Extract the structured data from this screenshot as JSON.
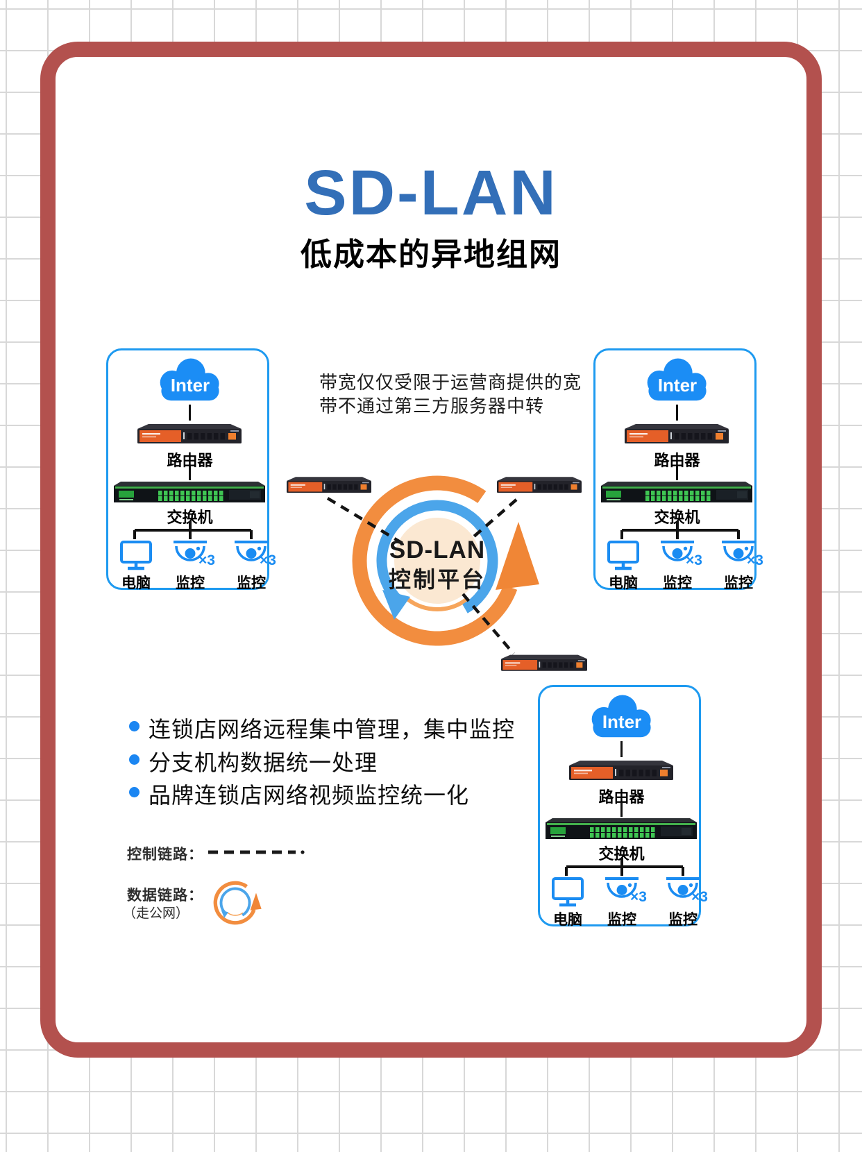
{
  "header": {
    "title": "SD-LAN",
    "subtitle": "低成本的异地组网"
  },
  "note": {
    "line1": "带宽仅仅受限于运营商提供的宽",
    "line2": "带不通过第三方服务器中转"
  },
  "platform": {
    "line1": "SD-LAN",
    "line2": "控制平台"
  },
  "sites": [
    {
      "cloud_label": "Inter",
      "router_label": "路由器",
      "switch_label": "交换机",
      "pc_label": "电脑",
      "cam1_label": "监控",
      "cam1_count": "×3",
      "cam2_label": "监控",
      "cam2_count": "×3"
    },
    {
      "cloud_label": "Inter",
      "router_label": "路由器",
      "switch_label": "交换机",
      "pc_label": "电脑",
      "cam1_label": "监控",
      "cam1_count": "×3",
      "cam2_label": "监控",
      "cam2_count": "×3"
    },
    {
      "cloud_label": "Inter",
      "router_label": "路由器",
      "switch_label": "交换机",
      "pc_label": "电脑",
      "cam1_label": "监控",
      "cam1_count": "×3",
      "cam2_label": "监控",
      "cam2_count": "×3"
    }
  ],
  "bullets": [
    "连锁店网络远程集中管理，集中监控",
    "分支机构数据统一处理",
    "品牌连锁店网络视频监控统一化"
  ],
  "legend": {
    "control_label": "控制链路：",
    "data_label": "数据链路：",
    "data_sub": "（走公网）"
  },
  "colors": {
    "frame_red": "#b3514e",
    "title_blue": "#336fb8",
    "box_blue": "#1e9af0",
    "cloud_blue": "#1b8df5",
    "icon_blue": "#1a8cf2",
    "bullet_blue": "#1b86f2",
    "cycle_orange": "#f28d3f",
    "cycle_blue": "#4ba5ea",
    "center_peach": "#fbe8d2"
  }
}
